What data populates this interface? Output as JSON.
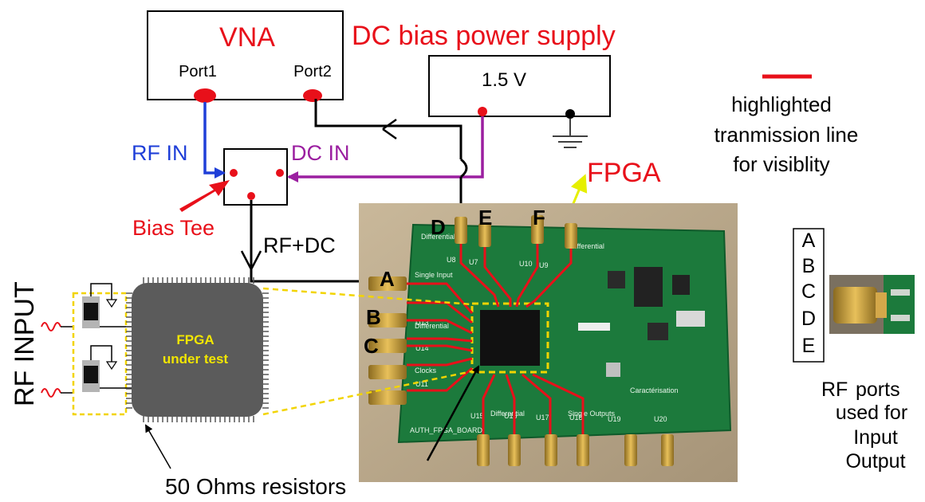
{
  "vna": {
    "title": "VNA",
    "port1": "Port1",
    "port2": "Port2"
  },
  "dc_supply": {
    "title": "DC bias power supply",
    "voltage": "1.5 V"
  },
  "signals": {
    "rf_in": "RF IN",
    "dc_in": "DC IN",
    "rf_dc": "RF+DC"
  },
  "bias_tee_label": "Bias Tee",
  "fpga_label": "FPGA",
  "legend": {
    "line1": "highlighted",
    "line2": "tranmission line",
    "line3": "for visiblity"
  },
  "rf_input_label": "RF INPUT",
  "chip": {
    "line1": "FPGA",
    "line2": "under test"
  },
  "resistors_label": "50 Ohms resistors",
  "port_letters": [
    "A",
    "B",
    "C",
    "D",
    "E",
    "F"
  ],
  "connector_list": [
    "A",
    "B",
    "C",
    "D",
    "E"
  ],
  "rf_ports_caption": {
    "line1": "RF",
    "line2": "ports",
    "line3": "used for",
    "line4": "Input",
    "line5": "Output"
  },
  "board_labels": {
    "differential_top_left": "Differential",
    "differential_top_right": "Differential",
    "single_input": "Single Input",
    "differential_left": "Differential",
    "clocks": "Clocks",
    "differential_bottom": "Differential",
    "single_outputs": "Single Outputs",
    "caracterisation": "Caractérisation",
    "board_name": "AUTH_FPGA_BOARD",
    "u_labels": [
      "U8",
      "U7",
      "U10",
      "U9",
      "U13",
      "U14",
      "U11",
      "U15",
      "U16",
      "U17",
      "U18",
      "U19",
      "U20"
    ]
  },
  "colors": {
    "red_label": "#e8101a",
    "rf_in_blue": "#1f3fd8",
    "dc_in_purple": "#9b1fa0",
    "fpga_arrow": "#e6ef00",
    "highlight_outline": "#f2d400",
    "pcb_green": "#1c7a3c",
    "chip_grey": "#5b5b5b"
  }
}
